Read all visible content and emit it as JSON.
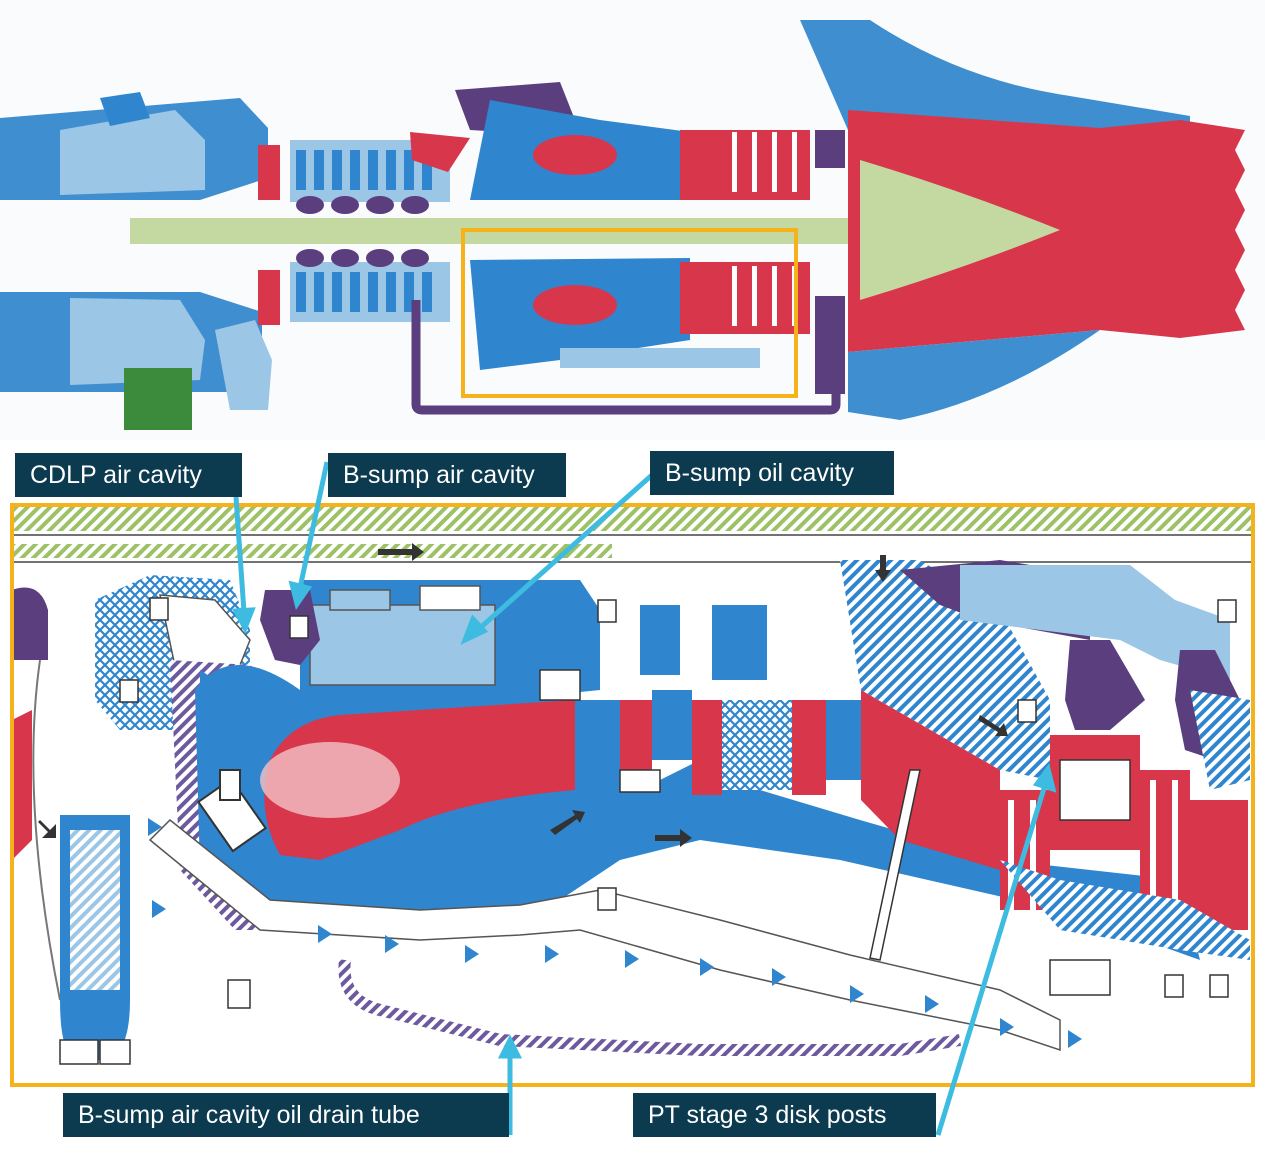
{
  "labels": {
    "cdlp_air_cavity": "CDLP air cavity",
    "bsump_air_cavity": "B-sump air cavity",
    "bsump_oil_cavity": "B-sump oil cavity",
    "bsump_air_cavity_oil_drain_tube": "B-sump air cavity oil drain tube",
    "pt_stage_3_disk_posts": "PT stage 3 disk posts"
  },
  "colors": {
    "label_background": "#0c3a4f",
    "label_text": "#ffffff",
    "callout_line": "#3dbbe0",
    "highlight_frame": "#f6b21b",
    "hot_section": "#d8364b",
    "cold_section": "#2f86cf",
    "light_blue": "#9cc6e6",
    "casing_purple": "#5b3e7d",
    "shaft_green": "#c4d9a1",
    "gearbox_green": "#3c8a3b"
  }
}
